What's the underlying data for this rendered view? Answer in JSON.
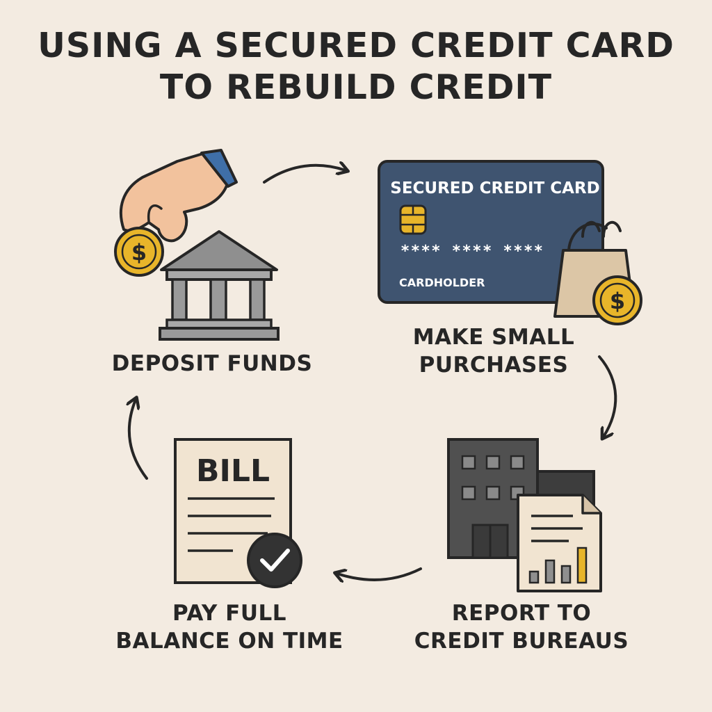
{
  "title": {
    "line1": "USING A SECURED CREDIT CARD",
    "line2": "TO REBUILD CREDIT"
  },
  "steps": {
    "deposit": {
      "label": "DEPOSIT FUNDS"
    },
    "purchase": {
      "line1": "MAKE SMALL",
      "line2": "PURCHASES"
    },
    "report": {
      "line1": "REPORT TO",
      "line2": "CREDIT BUREAUS"
    },
    "pay": {
      "line1": "PAY FULL",
      "line2": "BALANCE ON TIME"
    }
  },
  "card": {
    "title": "SECURED CREDIT CARD",
    "number_mask": "**** **** ****",
    "holder": "CARDHOLDER"
  },
  "bill": {
    "heading": "BILL"
  },
  "coin_symbol": "$",
  "colors": {
    "background": "#f3ebe1",
    "card": "#3f5470",
    "coin": "#e8b52a",
    "building": "#505050",
    "bank": "#9a9a9a",
    "paper": "#f1e4d1",
    "check": "#333333",
    "outline": "#262626"
  },
  "icons": [
    "hand-icon",
    "coin-icon",
    "bank-icon",
    "credit-card-icon",
    "chip-icon",
    "shopping-bag-icon",
    "office-building-icon",
    "report-document-icon",
    "bar-chart-icon",
    "bill-document-icon",
    "checkmark-icon",
    "arrow-icon"
  ]
}
